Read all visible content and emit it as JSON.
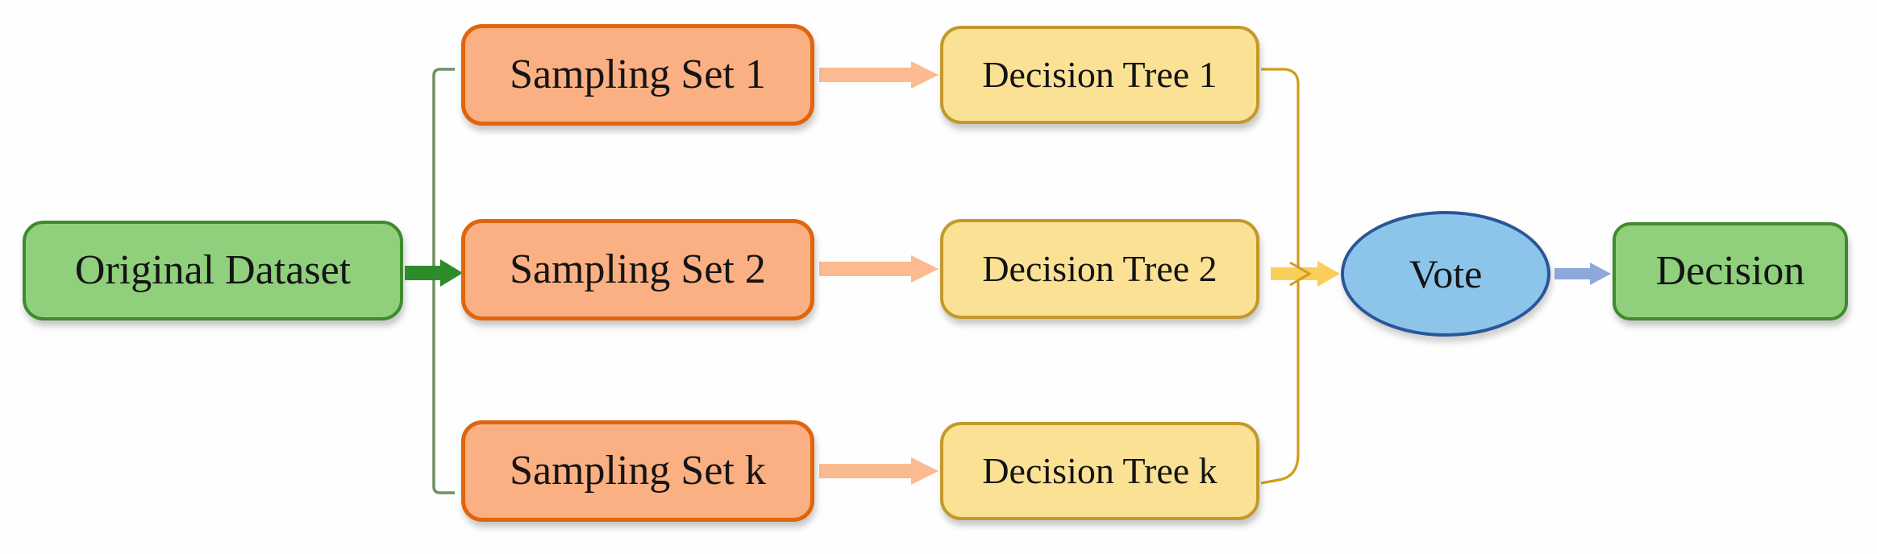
{
  "diagram_type": "flowchart",
  "colors": {
    "background": "#FEFEFE",
    "text": "#141414",
    "green_fill": "#90D07C",
    "green_border": "#3F8A2F",
    "orange_fill": "#FBB083",
    "orange_border": "#E0650C",
    "yellow_fill": "#FBE194",
    "yellow_border": "#C3992B",
    "blue_fill": "#8CC5E9",
    "blue_border": "#2A5699",
    "arrow_green": "#2E8B2A",
    "arrow_orange": "#FBBA8F",
    "arrow_gold": "#F9CE5B",
    "arrow_blue": "#8DA9DC",
    "bracket_green": "#6F9160",
    "bracket_gold": "#D19C1D"
  },
  "nodes": {
    "original": {
      "label": "Original Dataset"
    },
    "sampling": [
      {
        "label": "Sampling Set 1"
      },
      {
        "label": "Sampling Set 2"
      },
      {
        "label": "Sampling Set k"
      }
    ],
    "trees": [
      {
        "label": "Decision Tree 1"
      },
      {
        "label": "Decision Tree 2"
      },
      {
        "label": "Decision Tree k"
      }
    ],
    "vote": {
      "label": "Vote"
    },
    "decision": {
      "label": "Decision"
    }
  }
}
